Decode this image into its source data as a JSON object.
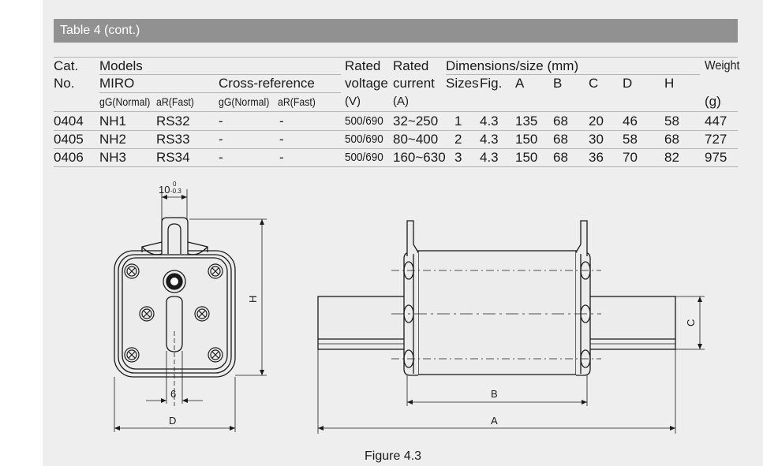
{
  "table": {
    "title": "Table 4 (cont.)",
    "headers": {
      "cat": "Cat.",
      "no": "No.",
      "models": "Models",
      "miro": "MIRO",
      "cross_reference": "Cross-reference",
      "gg_normal_1": "gG(Normal)",
      "ar_fast_1": "aR(Fast)",
      "gg_normal_2": "gG(Normal)",
      "ar_fast_2": "aR(Fast)",
      "rated_voltage_1": "Rated",
      "rated_voltage_2": "voltage",
      "rated_voltage_unit": "(V)",
      "rated_current_1": "Rated",
      "rated_current_2": "current",
      "rated_current_unit": "(A)",
      "dimensions": "Dimensions/size (mm)",
      "sizes": "Sizes",
      "fig": "Fig.",
      "a": "A",
      "b": "B",
      "c": "C",
      "d": "D",
      "h": "H",
      "weight": "Weight",
      "weight_unit": "(g)"
    },
    "rows": [
      {
        "cat": "0404",
        "miro_gg": "NH1",
        "miro_ar": "RS32",
        "xref_gg": "-",
        "xref_ar": "-",
        "voltage": "500/690",
        "current": "32~250",
        "size": "1",
        "fig": "4.3",
        "a": "135",
        "b": "68",
        "c": "20",
        "d": "46",
        "h": "58",
        "weight": "447"
      },
      {
        "cat": "0405",
        "miro_gg": "NH2",
        "miro_ar": "RS33",
        "xref_gg": "-",
        "xref_ar": "-",
        "voltage": "500/690",
        "current": "80~400",
        "size": "2",
        "fig": "4.3",
        "a": "150",
        "b": "68",
        "c": "30",
        "d": "58",
        "h": "68",
        "weight": "727"
      },
      {
        "cat": "0406",
        "miro_gg": "NH3",
        "miro_ar": "RS34",
        "xref_gg": "-",
        "xref_ar": "-",
        "voltage": "500/690",
        "current": "160~630",
        "size": "3",
        "fig": "4.3",
        "a": "150",
        "b": "68",
        "c": "36",
        "d": "70",
        "h": "82",
        "weight": "975"
      }
    ]
  },
  "drawing": {
    "tolerance_nominal": "10",
    "tolerance_upper": "0",
    "tolerance_lower": "-0.3",
    "label_h": "H",
    "label_six": "6",
    "label_d": "D",
    "label_b": "B",
    "label_a": "A",
    "label_c": "C"
  },
  "figure_caption": "Figure 4.3"
}
